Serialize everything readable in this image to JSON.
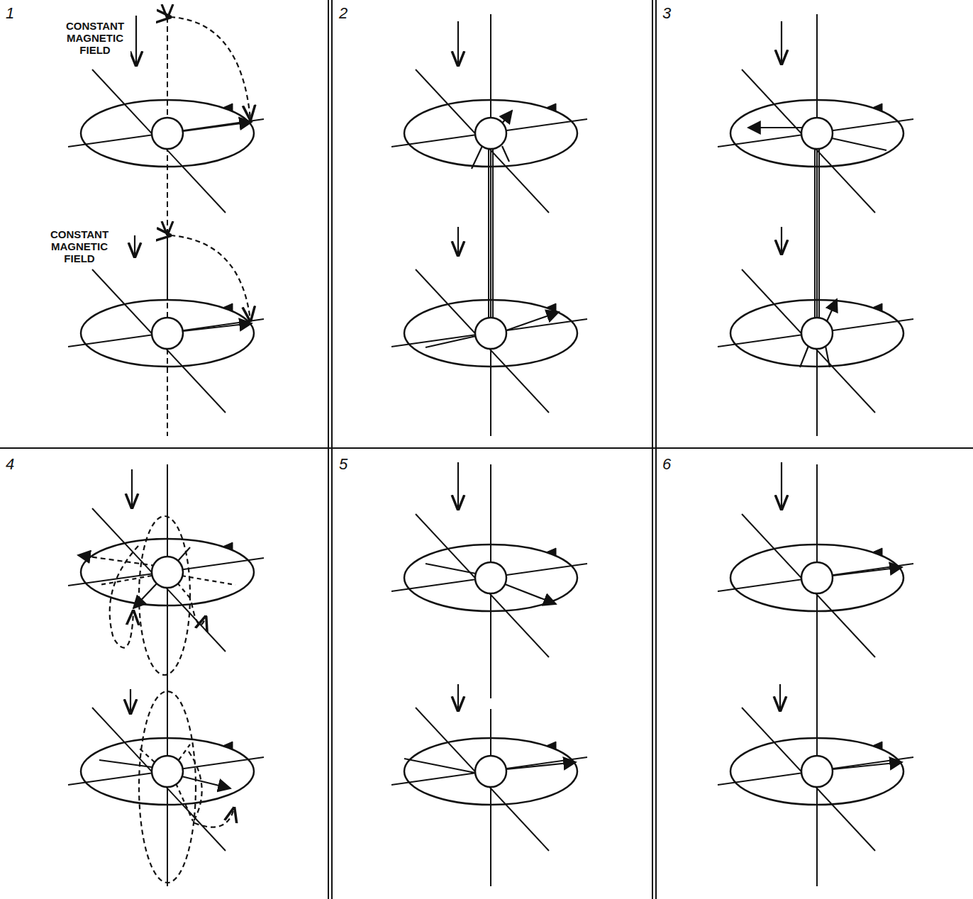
{
  "diagram": {
    "labels": [
      "1",
      "2",
      "3",
      "4",
      "5",
      "6",
      "CONSTANT MAGNETIC FIELD",
      "CONSTANT MAGNETIC FIELD"
    ]
  }
}
